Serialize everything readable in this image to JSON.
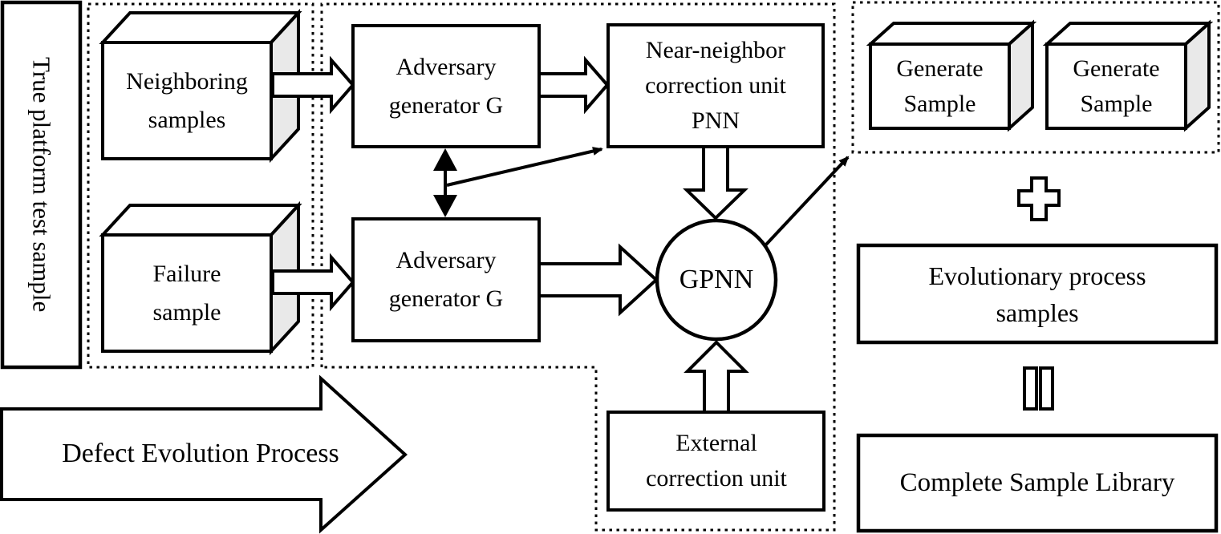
{
  "left_panel": {
    "label": "True platform test sample"
  },
  "inputs": {
    "neighboring": "Neighboring samples",
    "failure": "Failure sample"
  },
  "core": {
    "adversary_top": "Adversary generator G",
    "adversary_bottom": "Adversary generator G",
    "pnn_unit": "Near-neighbor correction unit PNN",
    "gpnn": "GPNN",
    "external_unit": "External correction unit"
  },
  "process": {
    "label": "Defect Evolution Process"
  },
  "outputs": {
    "generate_1": "Generate Sample",
    "generate_2": "Generate Sample",
    "evolutionary": "Evolutionary process samples",
    "complete": "Complete Sample Library"
  },
  "operators": {
    "plus_icon": "plus-outline",
    "equals_icon": "double-bar-equals"
  },
  "colors": {
    "stroke": "#000000",
    "cube_side": "#e9e9e9",
    "background": "#ffffff"
  }
}
